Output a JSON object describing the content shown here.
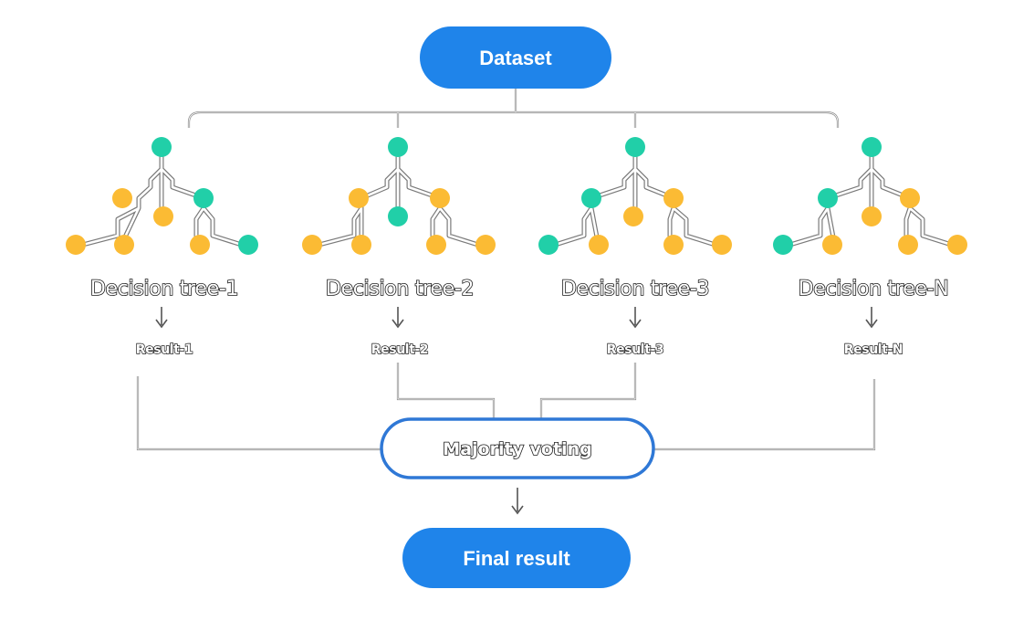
{
  "dataset": {
    "label": "Dataset"
  },
  "trees": [
    {
      "label": "Decision tree-1",
      "result": "Result-1",
      "nodes": [
        "teal",
        "yellow",
        "yellow",
        "teal",
        "yellow",
        "yellow",
        "yellow",
        "teal"
      ]
    },
    {
      "label": "Decision tree-2",
      "result": "Result-2",
      "nodes": [
        "teal",
        "yellow",
        "teal",
        "yellow",
        "yellow",
        "yellow",
        "yellow",
        "yellow"
      ]
    },
    {
      "label": "Decision tree-3",
      "result": "Result-3",
      "nodes": [
        "teal",
        "teal",
        "yellow",
        "yellow",
        "teal",
        "yellow",
        "yellow",
        "yellow"
      ]
    },
    {
      "label": "Decision tree-N",
      "result": "Result-N",
      "nodes": [
        "teal",
        "teal",
        "yellow",
        "yellow",
        "teal",
        "yellow",
        "yellow",
        "yellow"
      ]
    }
  ],
  "voting": {
    "label": "Majority voting"
  },
  "final": {
    "label": "Final result"
  },
  "colors": {
    "blue": "#1f84ea",
    "teal": "#21cfa8",
    "yellow": "#fbbb34",
    "border": "#2f78d6"
  }
}
